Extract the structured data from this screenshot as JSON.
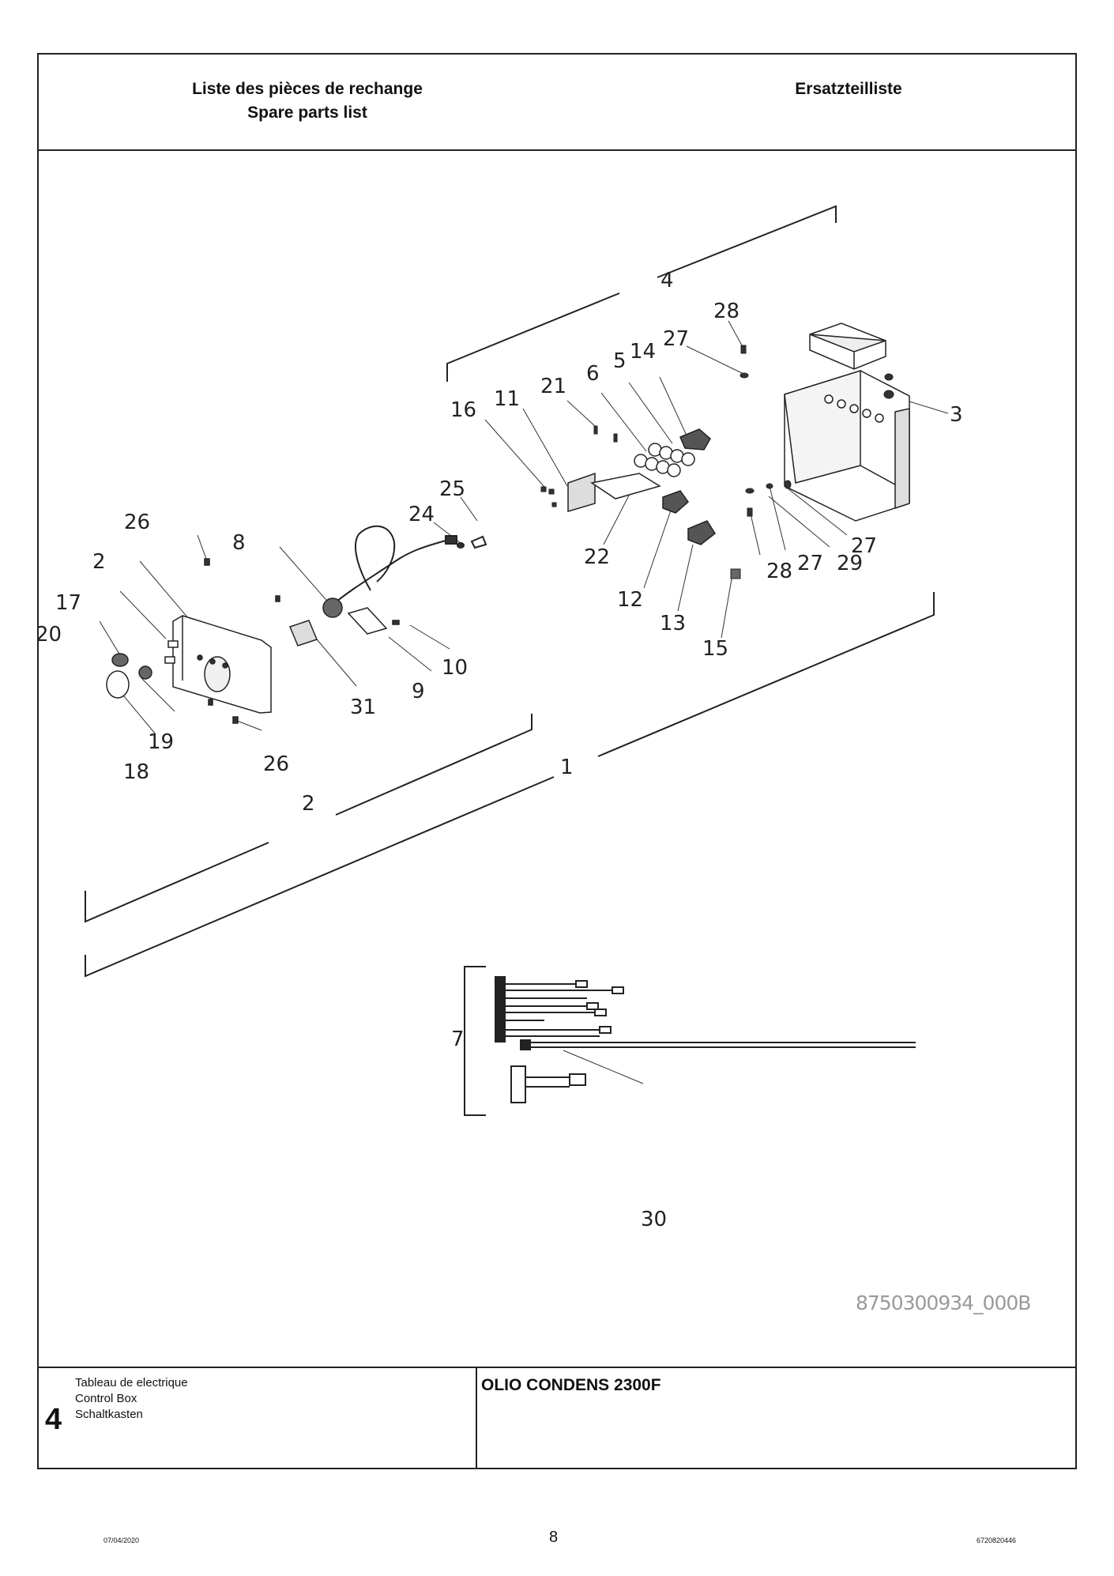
{
  "header": {
    "title_fr": "Liste des pièces de rechange",
    "title_en": "Spare parts list",
    "title_de": "Ersatzteilliste"
  },
  "drawing": {
    "code": "8750300934_000B",
    "callouts": [
      "4",
      "28",
      "27",
      "14",
      "5",
      "6",
      "21",
      "11",
      "16",
      "3",
      "22",
      "12",
      "13",
      "15",
      "28",
      "27",
      "29",
      "27",
      "25",
      "24",
      "26",
      "8",
      "2",
      "17",
      "20",
      "10",
      "9",
      "31",
      "19",
      "18",
      "26",
      "2",
      "1",
      "7",
      "30"
    ]
  },
  "footer": {
    "section_number": "4",
    "desc_fr": "Tableau de electrique",
    "desc_en": "Control Box",
    "desc_de": "Schaltkasten",
    "product": "OLIO CONDENS 2300F"
  },
  "page": {
    "date": "07/04/2020",
    "number": "8",
    "reference": "6720820446"
  }
}
